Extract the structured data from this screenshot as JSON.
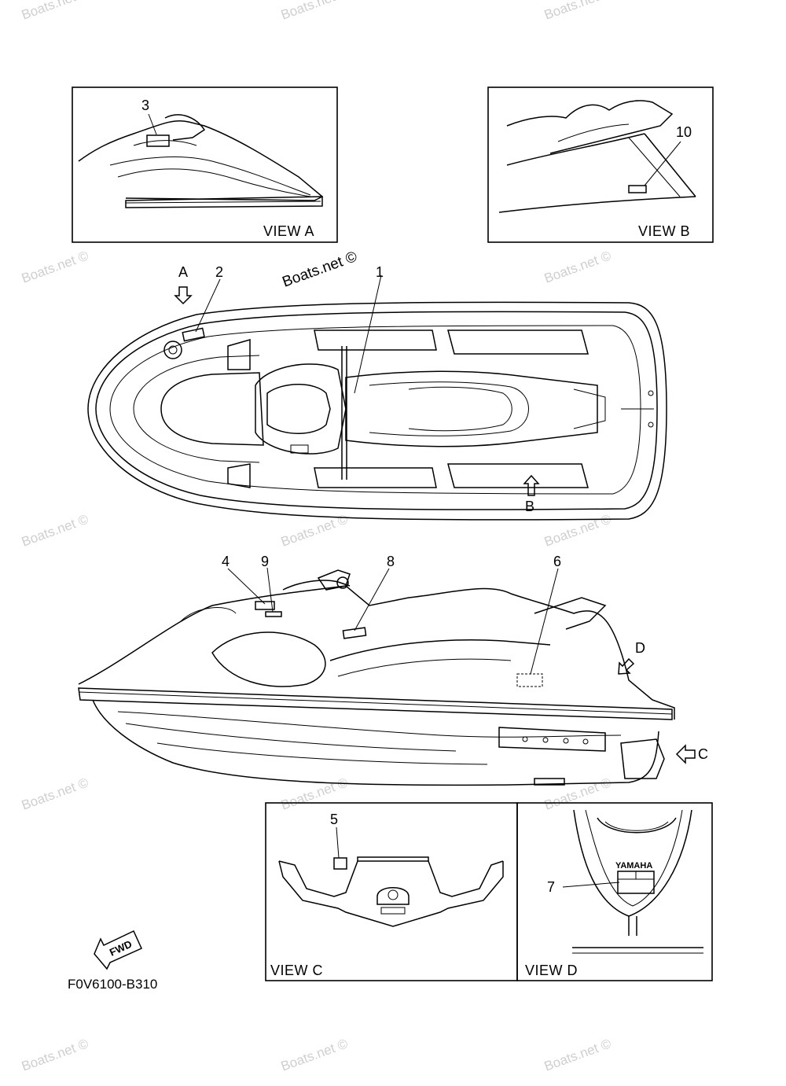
{
  "watermark": "Boats.net ©",
  "diagram_code": "F0V6100-B310",
  "fwd_label": "FWD",
  "views": {
    "a": "VIEW A",
    "b": "VIEW B",
    "c": "VIEW C",
    "d": "VIEW D"
  },
  "brand_plate": "YAMAHA",
  "view_markers": {
    "a": "A",
    "b": "B",
    "c": "C",
    "d": "D"
  },
  "callouts": {
    "c1": "1",
    "c2": "2",
    "c3": "3",
    "c4": "4",
    "c5": "5",
    "c6": "6",
    "c7": "7",
    "c8": "8",
    "c9": "9",
    "c10": "10"
  }
}
